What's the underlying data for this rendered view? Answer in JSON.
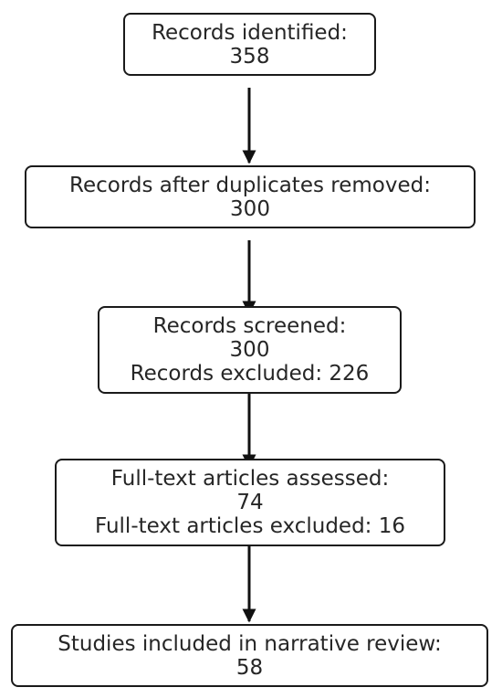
{
  "flowchart": {
    "nodes": [
      {
        "id": "identified",
        "label": "Records identified:",
        "value": "358"
      },
      {
        "id": "deduplicated",
        "label": "Records after duplicates removed:",
        "value": "300"
      },
      {
        "id": "screened",
        "label": "Records screened:",
        "value": "300",
        "note": "Records excluded: 226"
      },
      {
        "id": "fulltext",
        "label": "Full-text articles assessed:",
        "value": "74",
        "note": "Full-text articles excluded: 16"
      },
      {
        "id": "included",
        "label": "Studies included in narrative review:",
        "value": "58"
      }
    ],
    "edges": [
      {
        "from": "identified",
        "to": "deduplicated"
      },
      {
        "from": "deduplicated",
        "to": "screened"
      },
      {
        "from": "screened",
        "to": "fulltext"
      },
      {
        "from": "fulltext",
        "to": "included"
      }
    ],
    "colors": {
      "stroke": "#1a1a1a",
      "text": "#262626",
      "background": "#ffffff"
    }
  }
}
